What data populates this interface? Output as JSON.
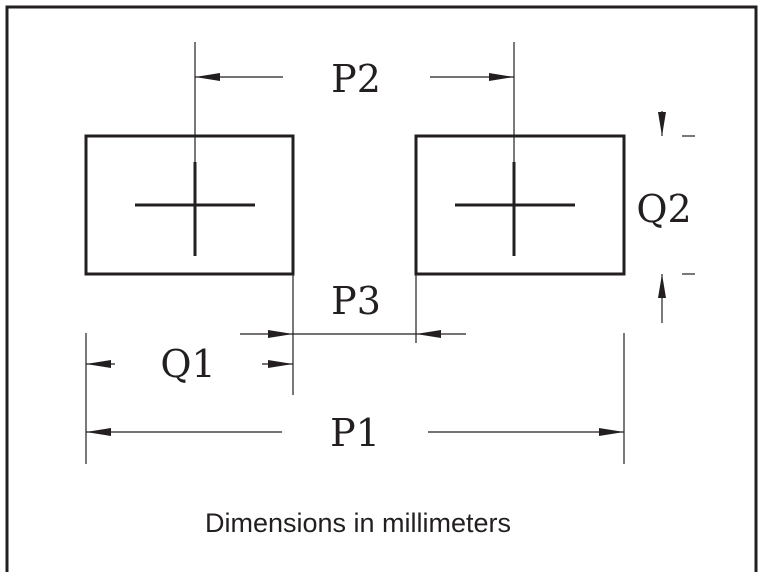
{
  "labels": {
    "p1": "P1",
    "p2": "P2",
    "p3": "P3",
    "q1": "Q1",
    "q2": "Q2"
  },
  "caption": "Dimensions in millimeters",
  "colors": {
    "ink": "#231f20",
    "background": "#ffffff"
  }
}
